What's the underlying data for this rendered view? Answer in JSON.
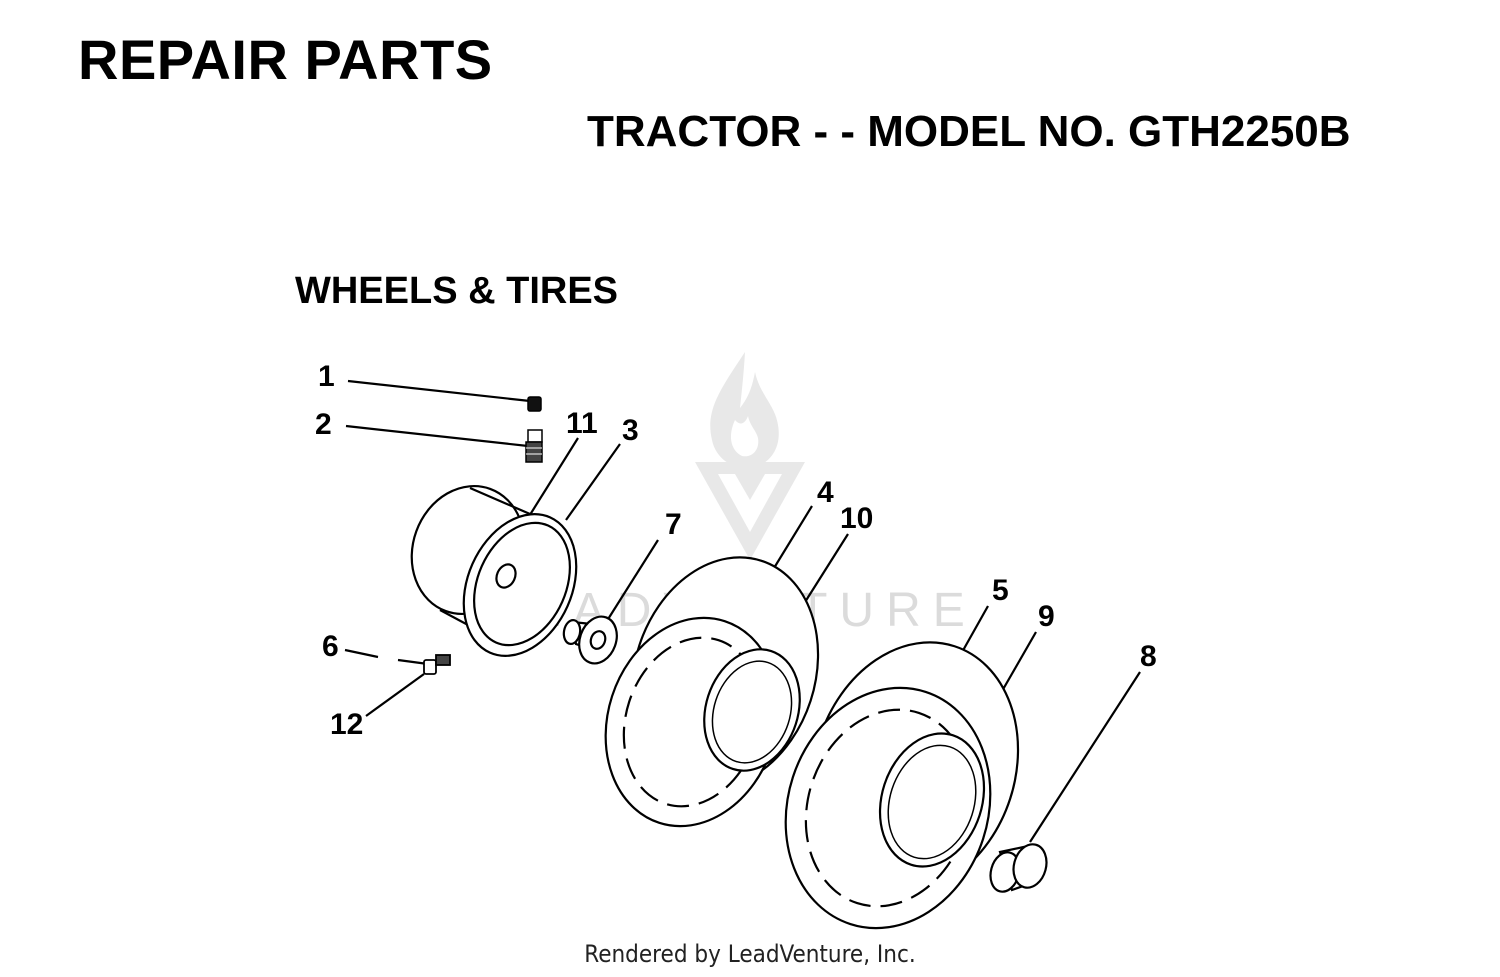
{
  "header": {
    "title": "REPAIR PARTS",
    "model": "TRACTOR - - MODEL NO. GTH2250B"
  },
  "section": {
    "title": "WHEELS & TIRES"
  },
  "callouts": [
    "1",
    "2",
    "3",
    "4",
    "5",
    "6",
    "7",
    "8",
    "9",
    "10",
    "11",
    "12"
  ],
  "watermark": {
    "text": "LEADVENTURE",
    "color": "#d8d8d8"
  },
  "footer": {
    "credit": "Rendered by LeadVenture, Inc."
  }
}
